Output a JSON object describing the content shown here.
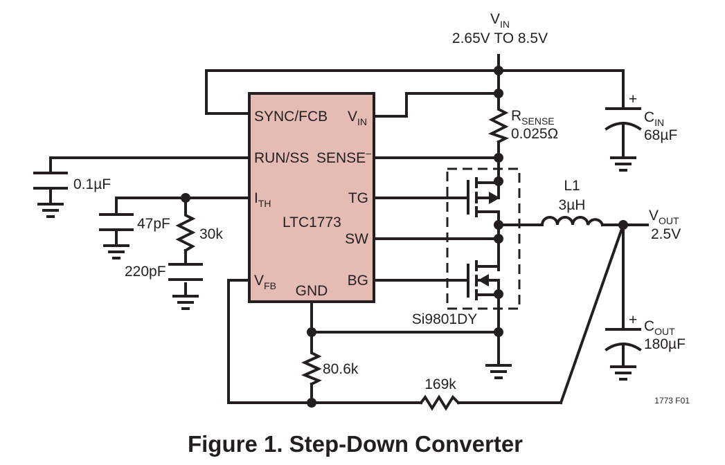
{
  "colors": {
    "ink": "#231f20",
    "chip": "#e4bcb4",
    "background": "#ffffff"
  },
  "supply": {
    "v": "V",
    "sub": "IN",
    "range": "2.65V TO 8.5V"
  },
  "chip": {
    "name": "LTC1773",
    "pins": {
      "sync": "SYNC/FCB",
      "vin_v": "V",
      "vin_sub": "IN",
      "run": "RUN/SS",
      "sense": "SENSE",
      "sense_sup": "–",
      "ith_i": "I",
      "ith_sub": "TH",
      "tg": "TG",
      "sw": "SW",
      "vfb_v": "V",
      "vfb_sub": "FB",
      "gnd": "GND",
      "bg": "BG"
    }
  },
  "rsense": {
    "r": "R",
    "sub": "SENSE",
    "value": "0.025Ω"
  },
  "cin": {
    "c": "C",
    "sub": "IN",
    "value": "68µF",
    "plus": "+"
  },
  "c_run": {
    "value": "0.1µF"
  },
  "c_47p": {
    "value": "47pF"
  },
  "r_30k": {
    "value": "30k"
  },
  "c_220p": {
    "value": "220pF"
  },
  "mosfet": {
    "part": "Si9801DY"
  },
  "inductor": {
    "ref": "L1",
    "value": "3µH"
  },
  "vout": {
    "v": "V",
    "sub": "OUT",
    "value": "2.5V"
  },
  "cout": {
    "c": "C",
    "sub": "OUT",
    "value": "180µF",
    "plus": "+"
  },
  "r_806k": {
    "value": "80.6k"
  },
  "r_169k": {
    "value": "169k"
  },
  "drawing_code": "1773 F01",
  "caption": "Figure 1. Step-Down Converter"
}
